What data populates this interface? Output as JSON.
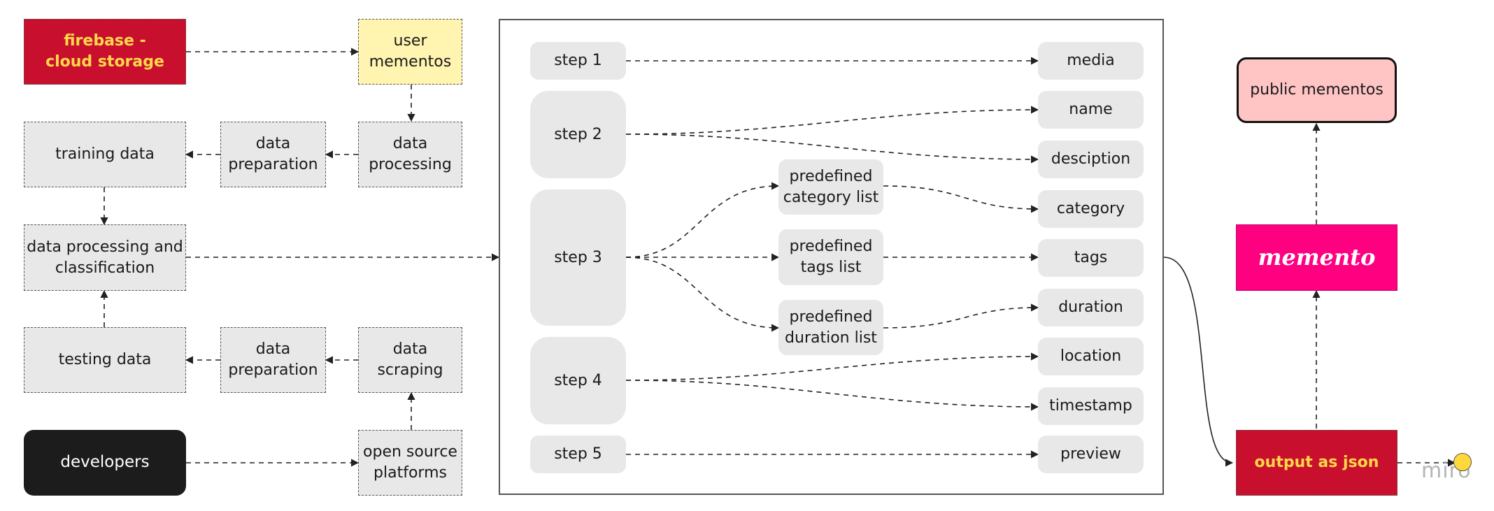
{
  "nodes": {
    "firebase": "firebase -\ncloud storage",
    "user_mementos": "user\nmementos",
    "training_data": "training data",
    "data_preparation_top": "data\npreparation",
    "data_processing": "data\nprocessing",
    "data_processing_classification": "data processing and\nclassification",
    "testing_data": "testing data",
    "data_preparation_bottom": "data\npreparation",
    "data_scraping": "data scraping",
    "developers": "developers",
    "open_source_platforms": "open source\nplatforms",
    "step1": "step 1",
    "step2": "step 2",
    "step3": "step 3",
    "step4": "step 4",
    "step5": "step 5",
    "predefined_category": "predefined\ncategory list",
    "predefined_tags": "predefined\ntags list",
    "predefined_duration": "predefined\nduration list",
    "media": "media",
    "name": "name",
    "description": "desciption",
    "category": "category",
    "tags": "tags",
    "duration": "duration",
    "location": "location",
    "timestamp": "timestamp",
    "preview": "preview",
    "public_mementos": "public mementos",
    "memento": "memento",
    "output_json": "output as json"
  },
  "watermark": "miro",
  "colors": {
    "red": "#c8102e",
    "yellow_text": "#ffd84a",
    "pale_yellow": "#fff4b0",
    "gray_fill": "#e8e8e8",
    "black": "#1c1c1c",
    "pink": "#ffc4c4",
    "magenta": "#ff0080"
  }
}
